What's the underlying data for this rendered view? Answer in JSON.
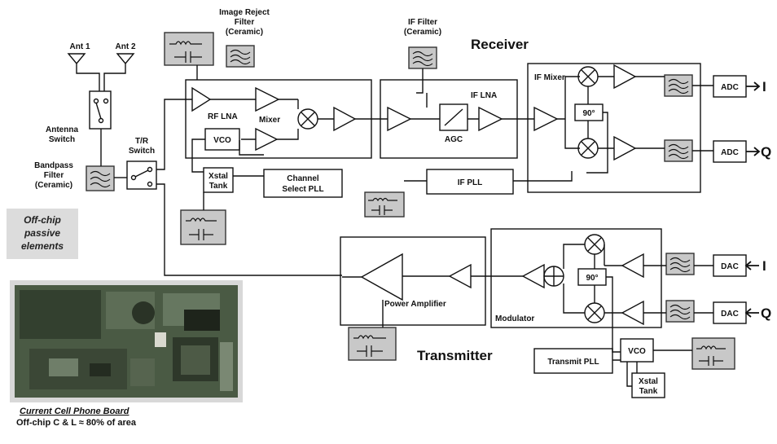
{
  "title_receiver": "Receiver",
  "title_transmitter": "Transmitter",
  "antennas": {
    "ant1": "Ant 1",
    "ant2": "Ant 2"
  },
  "labels": {
    "image_reject_1": "Image Reject",
    "image_reject_2": "Filter",
    "image_reject_3": "(Ceramic)",
    "if_filter_1": "IF Filter",
    "if_filter_2": "(Ceramic)",
    "antenna_switch_1": "Antenna",
    "antenna_switch_2": "Switch",
    "tr_switch_1": "T/R",
    "tr_switch_2": "Switch",
    "bandpass_1": "Bandpass",
    "bandpass_2": "Filter",
    "bandpass_3": "(Ceramic)",
    "rf_lna": "RF LNA",
    "mixer": "Mixer",
    "vco_rx": "VCO",
    "xtal_rx_1": "Xstal",
    "xtal_rx_2": "Tank",
    "channel_pll_1": "Channel",
    "channel_pll_2": "Select PLL",
    "agc": "AGC",
    "if_lna": "IF LNA",
    "if_mixer": "IF Mixer",
    "phase_rx": "90°",
    "if_pll": "IF PLL",
    "adc_i": "ADC",
    "adc_q": "ADC",
    "out_i": "I",
    "out_q": "Q",
    "dac_i": "DAC",
    "dac_q": "DAC",
    "in_i": "I",
    "in_q": "Q",
    "phase_tx": "90°",
    "modulator": "Modulator",
    "power_amp": "Power Amplifier",
    "vco_tx": "VCO",
    "transmit_pll": "Transmit PLL",
    "xtal_tx_1": "Xstal",
    "xtal_tx_2": "Tank"
  },
  "offchip": {
    "line1": "Off-chip",
    "line2": "passive",
    "line3": "elements"
  },
  "board": {
    "caption_title": "Current Cell Phone Board",
    "caption_note": "Off-chip C & L ≈ 80% of area"
  },
  "colors": {
    "line": "#111111",
    "offchip_fill": "#c8c8c8",
    "board_green": "#4a5a44"
  }
}
